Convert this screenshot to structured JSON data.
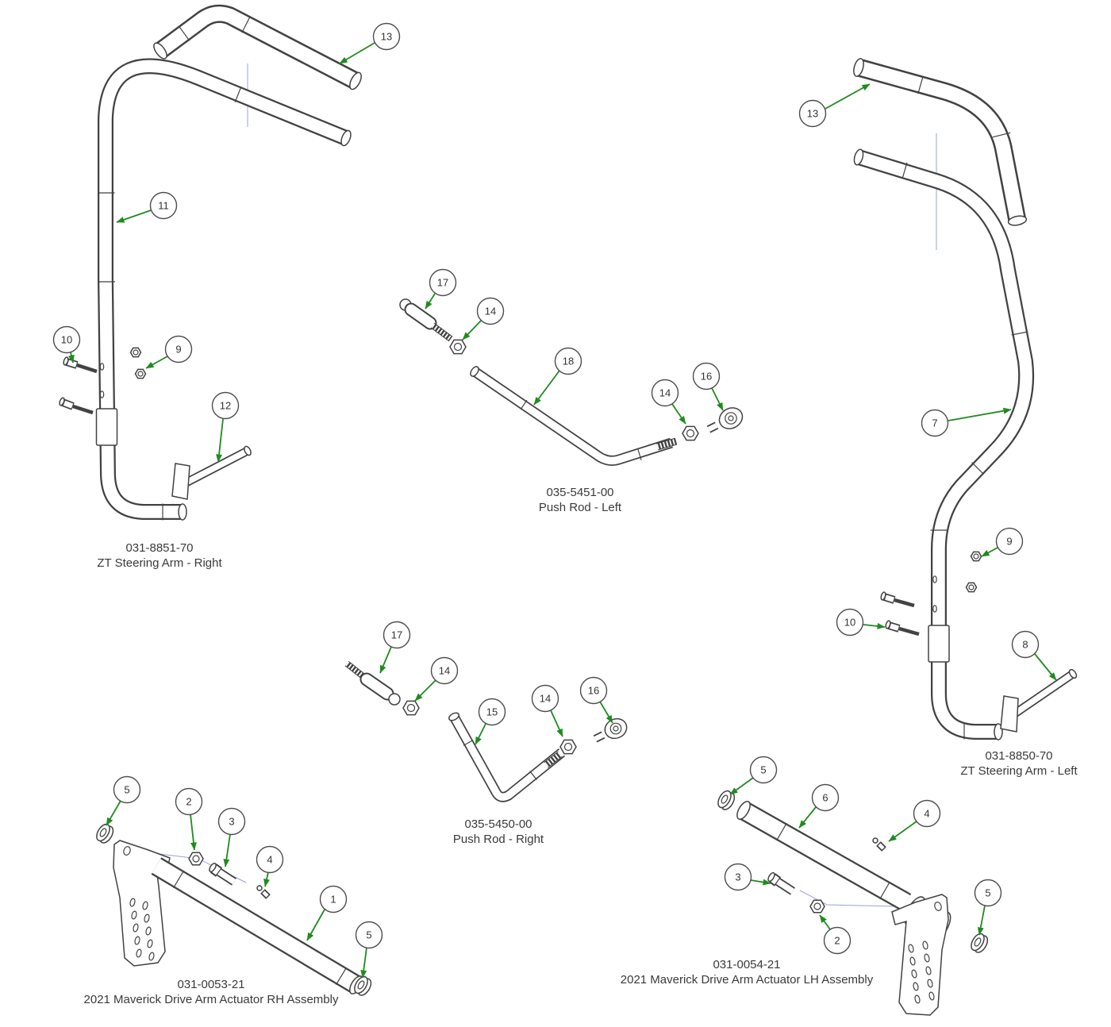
{
  "page": {
    "background": "#ffffff"
  },
  "colors": {
    "line": "#424242",
    "arrow_green": "#1f8b1f",
    "centerline": "#9aa0e0",
    "text": "#3a3a3a"
  },
  "assemblies": {
    "steering_arm_right": {
      "part_number": "031-8851-70",
      "name": "ZT Steering Arm - Right"
    },
    "steering_arm_left": {
      "part_number": "031-8850-70",
      "name": "ZT Steering Arm - Left"
    },
    "push_rod_left": {
      "part_number": "035-5451-00",
      "name": "Push Rod - Left"
    },
    "push_rod_right": {
      "part_number": "035-5450-00",
      "name": "Push Rod - Right"
    },
    "actuator_rh": {
      "part_number": "031-0053-21",
      "name": "2021 Maverick Drive Arm Actuator RH Assembly"
    },
    "actuator_lh": {
      "part_number": "031-0054-21",
      "name": "2021 Maverick Drive Arm Actuator LH Assembly"
    }
  },
  "callouts": {
    "sar_13": "13",
    "sar_11": "11",
    "sar_10": "10",
    "sar_9": "9",
    "sar_12": "12",
    "sal_13": "13",
    "sal_7": "7",
    "sal_9": "9",
    "sal_10": "10",
    "sal_8": "8",
    "prl_17": "17",
    "prl_14a": "14",
    "prl_18": "18",
    "prl_14b": "14",
    "prl_16": "16",
    "prr_17": "17",
    "prr_14a": "14",
    "prr_15": "15",
    "prr_14b": "14",
    "prr_16": "16",
    "arh_5a": "5",
    "arh_2": "2",
    "arh_3": "3",
    "arh_4": "4",
    "arh_1": "1",
    "arh_5b": "5",
    "alh_5a": "5",
    "alh_6": "6",
    "alh_4": "4",
    "alh_3": "3",
    "alh_2": "2",
    "alh_5b": "5"
  }
}
